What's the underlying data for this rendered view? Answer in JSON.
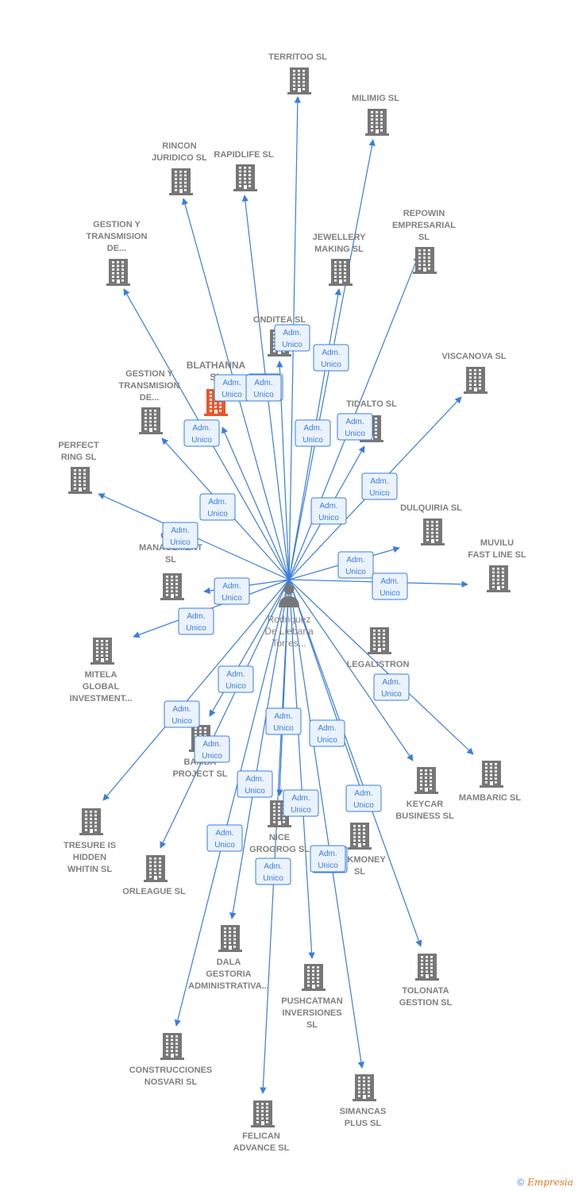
{
  "person": {
    "label": [
      "Rodriguez",
      "De Liebana",
      "Torres..."
    ]
  },
  "role_label": [
    "Adm.",
    "Unico"
  ],
  "colors": {
    "edge": "#3b7ddd",
    "building": "#777777",
    "highlight": "#e8562a",
    "text": "#808080"
  },
  "companies": [
    {
      "id": "territoo",
      "lines": [
        "TERRITOO  SL"
      ]
    },
    {
      "id": "milimig",
      "lines": [
        "MILIMIG  SL"
      ]
    },
    {
      "id": "rincon",
      "lines": [
        "RINCON",
        "JURIDICO SL"
      ]
    },
    {
      "id": "rapidlife",
      "lines": [
        "RAPIDLIFE  SL"
      ]
    },
    {
      "id": "repowin",
      "lines": [
        "REPOWIN",
        "EMPRESARIAL",
        "SL"
      ]
    },
    {
      "id": "gestion1",
      "lines": [
        "GESTION Y",
        "TRANSMISION",
        "DE..."
      ]
    },
    {
      "id": "jewellery",
      "lines": [
        "JEWELLERY",
        "MAKING  SL"
      ]
    },
    {
      "id": "onditea",
      "lines": [
        "ONDITEA  SL"
      ]
    },
    {
      "id": "viscanova",
      "lines": [
        "VISCANOVA  SL"
      ]
    },
    {
      "id": "blathanna",
      "lines": [
        "BLATHANNA",
        "SL"
      ],
      "highlight": true
    },
    {
      "id": "gestion2",
      "lines": [
        "GESTION Y",
        "TRANSMISION",
        "DE..."
      ]
    },
    {
      "id": "tidalto",
      "lines": [
        "TIDALTO  SL"
      ]
    },
    {
      "id": "perfect",
      "lines": [
        "PERFECT",
        "RING  SL"
      ]
    },
    {
      "id": "dulquiria",
      "lines": [
        "DULQUIRIA  SL"
      ]
    },
    {
      "id": "muvilu",
      "lines": [
        "MUVILU",
        "FAST LINE  SL"
      ]
    },
    {
      "id": "management",
      "lines": [
        "CO...",
        "MANAGEMENT",
        "SL"
      ]
    },
    {
      "id": "legalistron",
      "lines": [
        "LEGALISTRON"
      ]
    },
    {
      "id": "mitela",
      "lines": [
        "MITELA",
        "GLOBAL",
        "INVESTMENT..."
      ]
    },
    {
      "id": "bamba",
      "lines": [
        "BAMBA",
        "PROJECT  SL"
      ]
    },
    {
      "id": "keycar",
      "lines": [
        "KEYCAR",
        "BUSINESS  SL"
      ]
    },
    {
      "id": "mambaric",
      "lines": [
        "MAMBARIC  SL"
      ]
    },
    {
      "id": "tresure",
      "lines": [
        "TRESURE IS",
        "HIDDEN",
        "WHITIN  SL"
      ]
    },
    {
      "id": "nice",
      "lines": [
        "NICE",
        "GROGROG  SL"
      ]
    },
    {
      "id": "ckmoney",
      "lines": [
        "...CKMONEY",
        "SL"
      ]
    },
    {
      "id": "orleague",
      "lines": [
        "ORLEAGUE  SL"
      ]
    },
    {
      "id": "dala",
      "lines": [
        "DALA",
        "GESTORIA",
        "ADMINISTRATIVA..."
      ]
    },
    {
      "id": "tolonata",
      "lines": [
        "TOLONATA",
        "GESTION  SL"
      ]
    },
    {
      "id": "pushcatman",
      "lines": [
        "PUSHCATMAN",
        "INVERSIONES",
        "SL"
      ]
    },
    {
      "id": "construcciones",
      "lines": [
        "CONSTRUCCIONES",
        "NOSVARI SL"
      ]
    },
    {
      "id": "simancas",
      "lines": [
        "SIMANCAS",
        "PLUS  SL"
      ]
    },
    {
      "id": "felican",
      "lines": [
        "FELICAN",
        "ADVANCE  SL"
      ]
    }
  ],
  "footer": {
    "copyright": "©",
    "brand": "Empresia"
  }
}
